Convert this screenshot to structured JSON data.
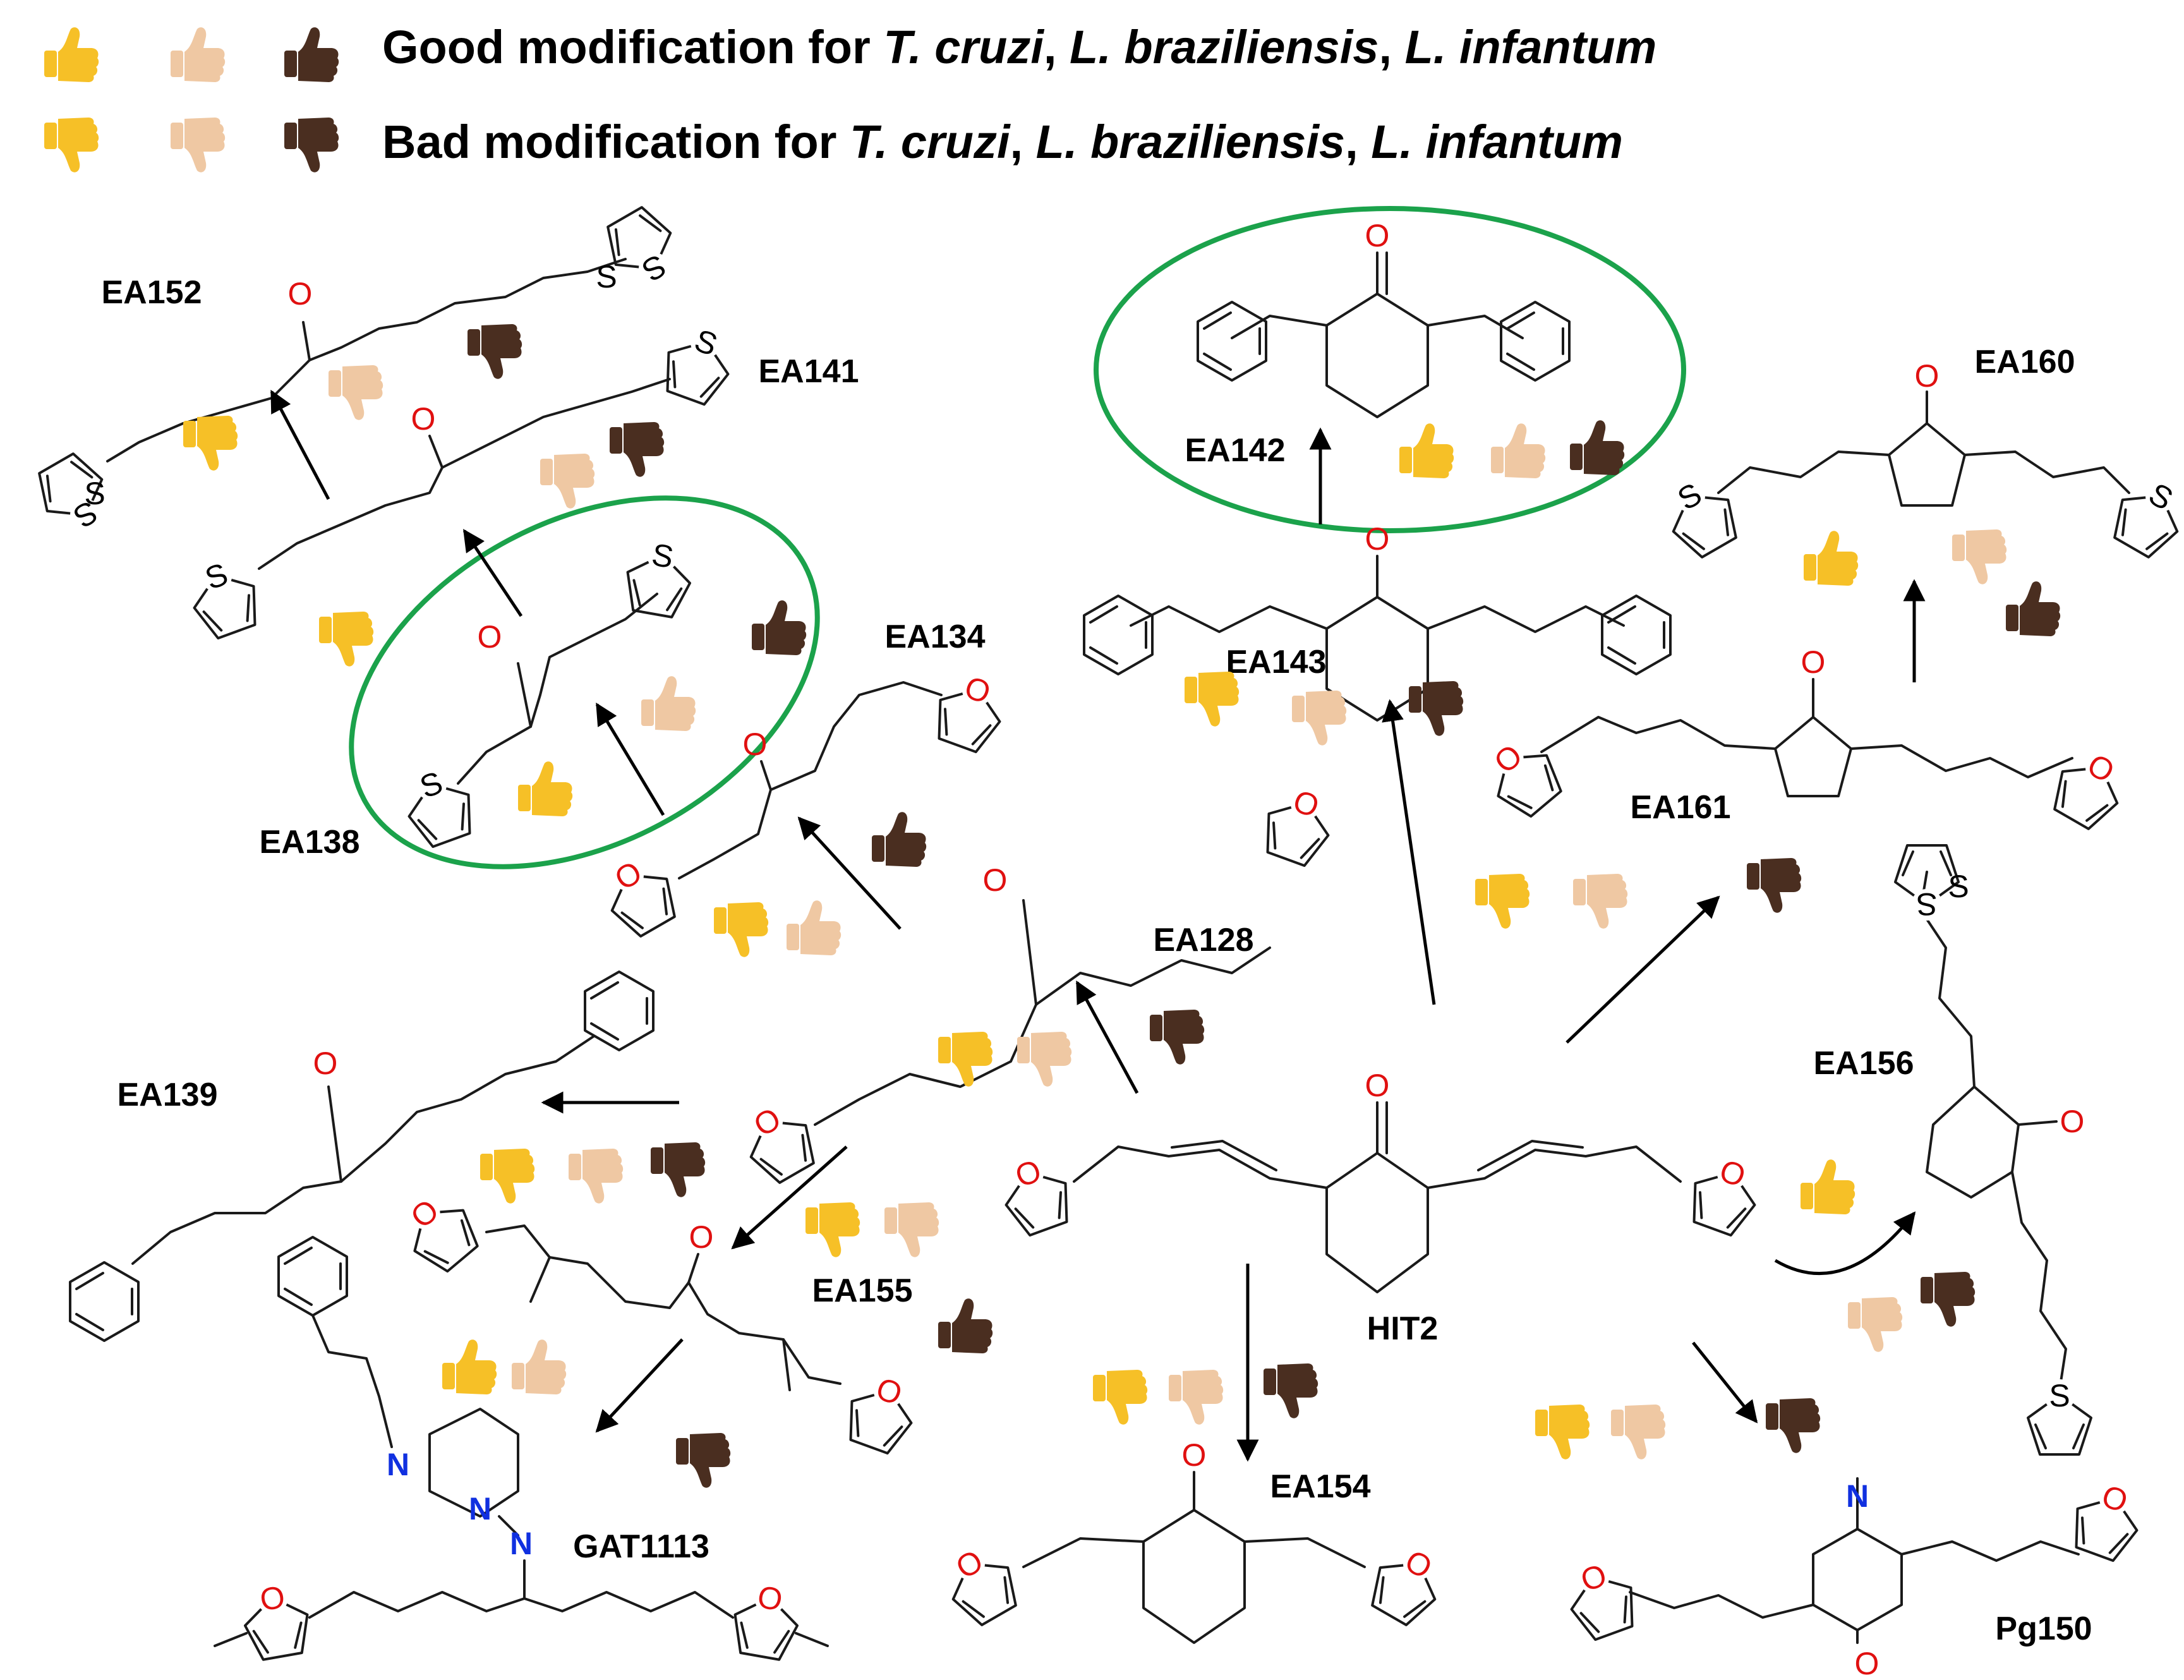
{
  "legend": {
    "good_prefix": "Good modification for ",
    "bad_prefix": "Bad modification for ",
    "species": [
      "T. cruzi",
      "L. braziliensis",
      "L. infantum"
    ],
    "sep": ", "
  },
  "colors": {
    "tcruzi": "#f6c027",
    "lbraziliensis": "#efc8a3",
    "linfantum": "#4a2e20",
    "highlight": "#1ba24b",
    "oxygen": "#e01010",
    "nitrogen": "#1030e0"
  },
  "atoms": {
    "O": "O",
    "S": "S",
    "N": "N"
  },
  "compounds": {
    "EA152": "EA152",
    "EA141": "EA141",
    "EA142": "EA142",
    "EA160": "EA160",
    "EA134": "EA134",
    "EA138": "EA138",
    "EA143": "EA143",
    "EA161": "EA161",
    "EA128": "EA128",
    "EA139": "EA139",
    "EA156": "EA156",
    "EA155": "EA155",
    "HIT2": "HIT2",
    "GAT1113": "GAT1113",
    "EA154": "EA154",
    "Pg150": "Pg150"
  },
  "activity": {
    "EA152": [
      "bad",
      "bad",
      "bad"
    ],
    "EA141": [
      "bad",
      "bad",
      "bad"
    ],
    "EA138": [
      "good",
      "good",
      "good"
    ],
    "EA142": [
      "good",
      "good",
      "good"
    ],
    "EA160": [
      "good",
      "bad",
      "good"
    ],
    "EA134": [
      "bad",
      "good",
      "good"
    ],
    "EA143": [
      "bad",
      "bad",
      "bad"
    ],
    "EA161": [
      "bad",
      "bad",
      "bad"
    ],
    "EA128": [
      "bad",
      "bad",
      "bad"
    ],
    "EA139": [
      "bad",
      "bad",
      "bad"
    ],
    "EA155": [
      "bad",
      "bad",
      "good"
    ],
    "GAT1113": [
      "good",
      "good",
      "bad"
    ],
    "EA154": [
      "bad",
      "bad",
      "bad"
    ],
    "EA156": [
      "good",
      "bad",
      "bad"
    ],
    "Pg150": [
      "bad",
      "bad",
      "bad"
    ]
  }
}
